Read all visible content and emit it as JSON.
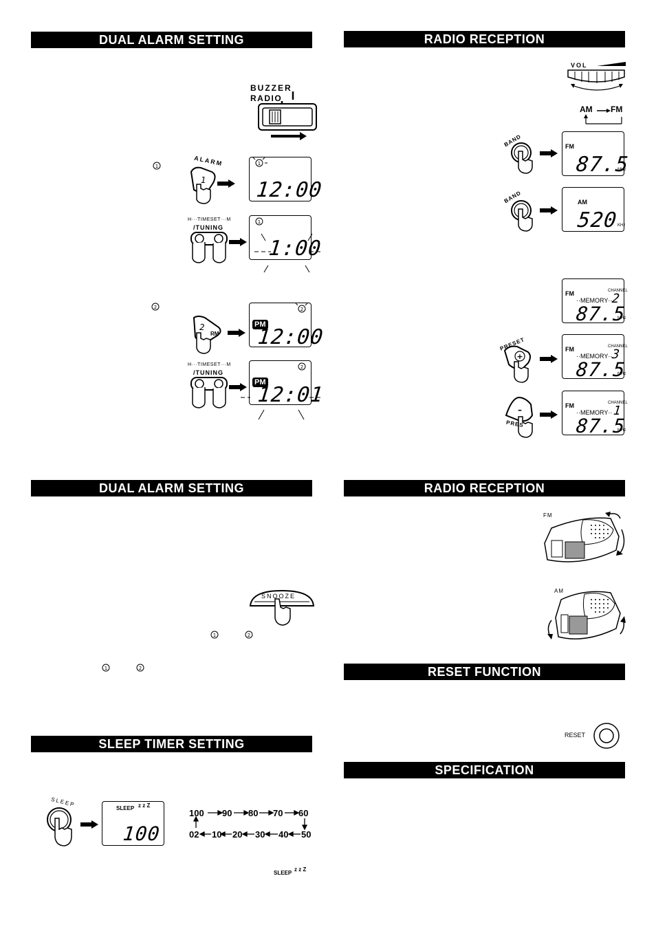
{
  "headers": {
    "dual_alarm_1": "DUAL ALARM SETTING",
    "radio_1": "RADIO RECEPTION",
    "dual_alarm_2": "DUAL ALARM SETTING",
    "radio_2": "RADIO RECEPTION",
    "sleep": "SLEEP TIMER SETTING",
    "reset": "RESET FUNCTION",
    "spec": "SPECIFICATION"
  },
  "labels": {
    "buzzer": "BUZZER",
    "radio": "RADIO",
    "alarm": "ALARM",
    "time_set": "H···TIMESET···M",
    "tuning": "/TUNING",
    "vol": "VOL",
    "am": "AM",
    "fm": "FM",
    "band": "BAND",
    "preset": "PRESET",
    "memory": "··MEMORY··",
    "channel": "CHANNEL",
    "mhz": "MHz",
    "khz": "KHz",
    "snooze": "SNOOZE",
    "sleep": "SLEEP",
    "sleep_lcd": "SLEEP",
    "zz": "z z Z",
    "reset": "RESET",
    "pm": "PM",
    "fm_dial": "FM",
    "am_dial": "AM"
  },
  "displays": {
    "alarm1_time": "12:00",
    "alarm1_set": "1:00",
    "alarm2_time": "12:00",
    "alarm2_set": "12:01",
    "fm_freq": "87.5",
    "am_freq": "520",
    "ch2": "2",
    "ch3": "3",
    "ch1": "1",
    "sleep_val": "100"
  },
  "sleep_sequence": {
    "row1": [
      "100",
      "90",
      "80",
      "70",
      "60"
    ],
    "row2": [
      "02",
      "10",
      "20",
      "30",
      "40",
      "50"
    ]
  },
  "badges": {
    "one": "1",
    "two": "2"
  }
}
